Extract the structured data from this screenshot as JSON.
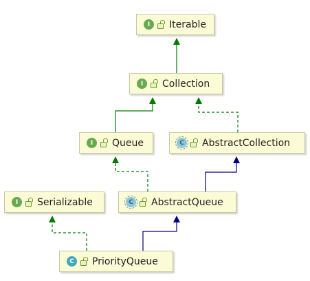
{
  "diagram": {
    "nodes": [
      {
        "id": "iterable",
        "name": "Iterable",
        "kind": "interface",
        "kind_letter": "I"
      },
      {
        "id": "collection",
        "name": "Collection",
        "kind": "interface",
        "kind_letter": "I"
      },
      {
        "id": "queue",
        "name": "Queue",
        "kind": "interface",
        "kind_letter": "I"
      },
      {
        "id": "abstract-collection",
        "name": "AbstractCollection",
        "kind": "abstract-class",
        "kind_letter": "C"
      },
      {
        "id": "serializable",
        "name": "Serializable",
        "kind": "interface",
        "kind_letter": "I"
      },
      {
        "id": "abstract-queue",
        "name": "AbstractQueue",
        "kind": "abstract-class",
        "kind_letter": "C"
      },
      {
        "id": "priority-queue",
        "name": "PriorityQueue",
        "kind": "class",
        "kind_letter": "C"
      }
    ],
    "edges": [
      {
        "from": "collection",
        "to": "iterable",
        "relation": "extends-interface"
      },
      {
        "from": "queue",
        "to": "collection",
        "relation": "extends-interface"
      },
      {
        "from": "abstract-collection",
        "to": "collection",
        "relation": "implements"
      },
      {
        "from": "abstract-queue",
        "to": "queue",
        "relation": "implements"
      },
      {
        "from": "abstract-queue",
        "to": "abstract-collection",
        "relation": "extends-class"
      },
      {
        "from": "priority-queue",
        "to": "serializable",
        "relation": "implements"
      },
      {
        "from": "priority-queue",
        "to": "abstract-queue",
        "relation": "extends-class"
      }
    ],
    "colors": {
      "extends-interface": "#007a00",
      "implements": "#007a00",
      "extends-class": "#00007f",
      "node_fill": "#fbfbd6",
      "node_border": "#c8c8a2"
    },
    "icons": {
      "interface": "interface-badge-icon",
      "class": "class-badge-icon",
      "abstract-class": "abstract-class-badge-icon",
      "visibility": "lock-icon"
    }
  }
}
